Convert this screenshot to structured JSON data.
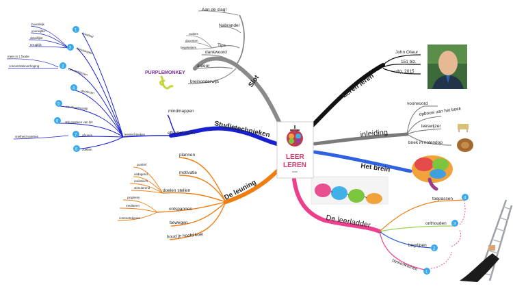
{
  "center": {
    "title_line1": "LEER",
    "title_line2": "LEREN"
  },
  "colors": {
    "slot": "#8a8a8a",
    "leren": "#111111",
    "inleiding": "#7a7a7a",
    "brein": "#2f62e0",
    "ladder": "#ee3f8e",
    "leuning": "#f07d10",
    "studie": "#1820d0",
    "badge": "#3aa8ea"
  },
  "slot": {
    "label": "Slot",
    "items": [
      "Aan de slag!",
      "Nabrander",
      "Tips",
      "dankwoord",
      "auteur",
      "breinonderwijs"
    ],
    "tips": [
      "ouders",
      "docenten",
      "begeleiders"
    ],
    "logo": {
      "word1": "PURPLE",
      "word2": "MONKEY"
    }
  },
  "leren": {
    "label": "Leren leren",
    "items": [
      "John Olieur",
      "151 blz.",
      "uitg. 2015"
    ]
  },
  "inleiding": {
    "label": "inleiding",
    "items": [
      "voorwoord",
      "opbouw van het boek",
      "leeswijzer",
      "boek in notendop"
    ]
  },
  "brein": {
    "label": "Het brein"
  },
  "ladder": {
    "label": "De leerladder",
    "items": [
      "toepassen",
      "onthouden",
      "begrijpen",
      "binnenkomen"
    ],
    "numbers": [
      "4",
      "3",
      "2",
      "1"
    ]
  },
  "leuning": {
    "label": "De leuning",
    "items": [
      "plannen",
      "motivatie",
      "doelen stellen",
      "ontspannen",
      "bewegen",
      "houd je hoofd koel"
    ],
    "doelen": [
      "positief",
      "uitdagend",
      "realistisch",
      "stimulerend"
    ],
    "ontspannen": [
      "jongleren",
      "mediteren",
      "contourtekenen"
    ]
  },
  "studie": {
    "label": "Studietechnieken",
    "items": [
      "mindmappen",
      "effectief lezen"
    ],
    "lees_label": "leestechnieken",
    "techniques": [
      "leesdoel",
      "leesaanpak",
      "overzichtlezen",
      "doorlezen",
      "structuurleesstijl",
      "stilt omsteen van blz",
      "afronen",
      "zoeken"
    ],
    "numbers": [
      "1",
      "2",
      "3",
      "4",
      "5",
      "6",
      "7",
      "8"
    ],
    "aanpak": [
      "bovenkijk",
      "voorwijkte",
      "detaillijke",
      "terugkijk"
    ],
    "overzicht_extra": [
      "meer in 1 fixatie",
      "concentratieverhoging"
    ],
    "afronen_extra": "snelheid variëren"
  }
}
